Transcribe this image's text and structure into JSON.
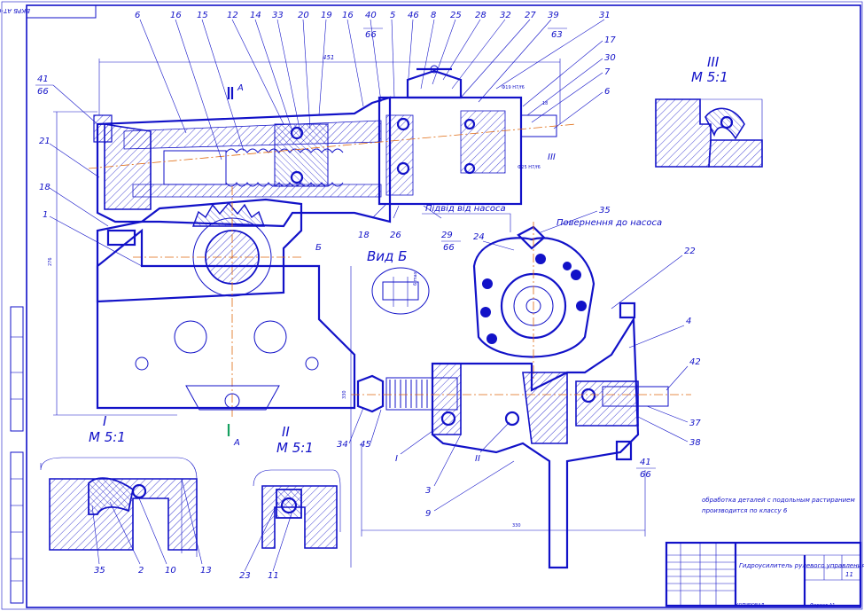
{
  "drawing": {
    "doc_code": "ВКРБ АТ-091-05.41.7.1",
    "title_block_name": "Гидроусилитель рулевого управления",
    "title_block_sheet": "11",
    "title_block_org": "КОПИРОВАЛ",
    "title_block_format": "Формат А1",
    "note_line1": "обработка деталей с подольным растиранием",
    "note_line2": "производится по классу 6"
  },
  "views": {
    "view_1_label": "I",
    "view_1_scale": "М 5:1",
    "view_2_label": "II",
    "view_2_scale": "М 5:1",
    "view_3_label": "III",
    "view_3_scale": "М 5:1",
    "view_b_label": "Вид Б",
    "pump_supply_label": "Підвід від насоса",
    "return_label": "Повернення до насоса",
    "section_a": "А",
    "section_b": "Б"
  },
  "callouts": {
    "top": [
      "6",
      "16",
      "15",
      "12",
      "14",
      "33",
      "20",
      "19",
      "16",
      "40",
      "5",
      "46",
      "8",
      "25",
      "28",
      "32",
      "27",
      "39",
      "31"
    ],
    "top_right": [
      "17",
      "30",
      "7",
      "6",
      "III"
    ],
    "left": [
      "41",
      "21",
      "18",
      "1"
    ],
    "left_fraction": "66",
    "mid": [
      "18",
      "26",
      "29",
      "24",
      "35",
      "22",
      "4",
      "42",
      "37",
      "38",
      "41",
      "34",
      "45",
      "I",
      "II",
      "3",
      "9"
    ],
    "bottom_left": [
      "35",
      "2",
      "10",
      "13",
      "23",
      "11"
    ],
    "fraction_denoms": [
      "66",
      "63",
      "66",
      "66"
    ]
  },
  "dimensions": {
    "overall_width": "451",
    "height": "276",
    "pump_height": "330",
    "pump_width": "330",
    "fit_1": "Ф19 H7/f6",
    "fit_2": "Ф25 H7/f6",
    "small_dim": "6 max",
    "dim_18": "18"
  }
}
